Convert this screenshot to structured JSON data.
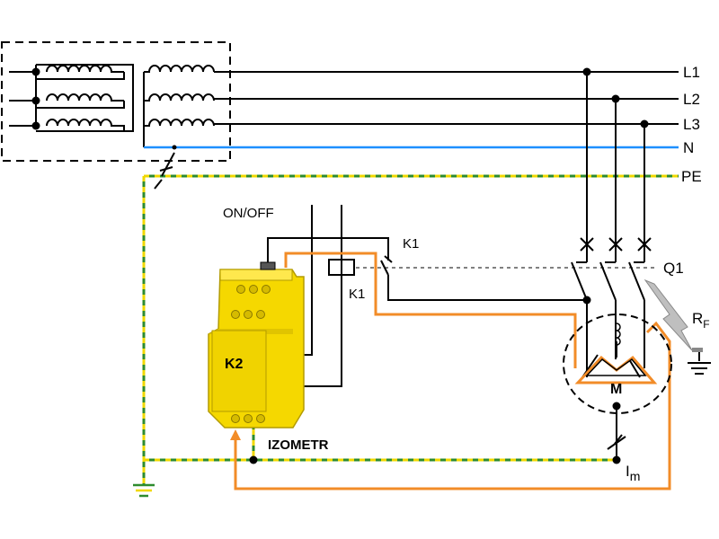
{
  "diagram": {
    "lines": {
      "l1": "L1",
      "l2": "L2",
      "l3": "L3",
      "n": "N",
      "pe": "PE"
    },
    "labels": {
      "on_off": "ON/OFF",
      "k1_contact": "K1",
      "k1_coil": "K1",
      "q1": "Q1",
      "rf_main": "R",
      "rf_sub": "F",
      "k2": "K2",
      "motor": "M",
      "device": "IZOMETR",
      "im_main": "I",
      "im_sub": "m"
    },
    "colors": {
      "wire": "#000000",
      "neutral": "#1e90ff",
      "pe_green": "#2e8b2e",
      "pe_yellow": "#f0d800",
      "measuring_wire": "#f28c28",
      "device_body": "#f5d800",
      "fault": "#aaaaaa"
    }
  }
}
